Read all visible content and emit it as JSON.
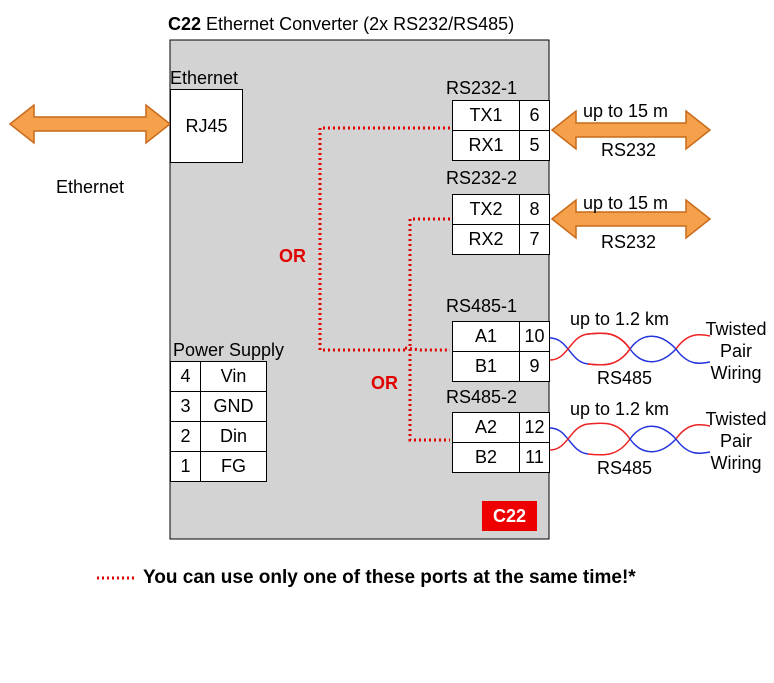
{
  "title": {
    "bold": "C22",
    "rest": " Ethernet Converter (2x RS232/RS485)"
  },
  "ethernet": {
    "block_label": "Ethernet",
    "connector": "RJ45",
    "external_label": "Ethernet"
  },
  "power_supply": {
    "label": "Power Supply",
    "rows": [
      {
        "pin": "4",
        "name": "Vin"
      },
      {
        "pin": "3",
        "name": "GND"
      },
      {
        "pin": "2",
        "name": "Din"
      },
      {
        "pin": "1",
        "name": "FG"
      }
    ]
  },
  "rs232_1": {
    "label": "RS232-1",
    "rows": [
      {
        "signal": "TX1",
        "pin": "6"
      },
      {
        "signal": "RX1",
        "pin": "5"
      }
    ],
    "distance": "up to 15 m",
    "bus": "RS232"
  },
  "rs232_2": {
    "label": "RS232-2",
    "rows": [
      {
        "signal": "TX2",
        "pin": "8"
      },
      {
        "signal": "RX2",
        "pin": "7"
      }
    ],
    "distance": "up to 15 m",
    "bus": "RS232"
  },
  "rs485_1": {
    "label": "RS485-1",
    "rows": [
      {
        "signal": "A1",
        "pin": "10"
      },
      {
        "signal": "B1",
        "pin": "9"
      }
    ],
    "distance": "up to 1.2 km",
    "bus": "RS485",
    "wiring": [
      "Twisted",
      "Pair",
      "Wiring"
    ]
  },
  "rs485_2": {
    "label": "RS485-2",
    "rows": [
      {
        "signal": "A2",
        "pin": "12"
      },
      {
        "signal": "B2",
        "pin": "11"
      }
    ],
    "distance": "up to 1.2 km",
    "bus": "RS485",
    "wiring": [
      "Twisted",
      "Pair",
      "Wiring"
    ]
  },
  "or_label": "OR",
  "badge": "C22",
  "footnote": "You can use only one of these ports at the same time!*",
  "colors": {
    "device": "#d3d3d3",
    "arrow": "#f5a04a",
    "arrow_stroke": "#c86a1a",
    "dotted": "#e00000",
    "wire_red": "#ee2222",
    "wire_blue": "#2233dd",
    "badge": "#ee0000"
  }
}
